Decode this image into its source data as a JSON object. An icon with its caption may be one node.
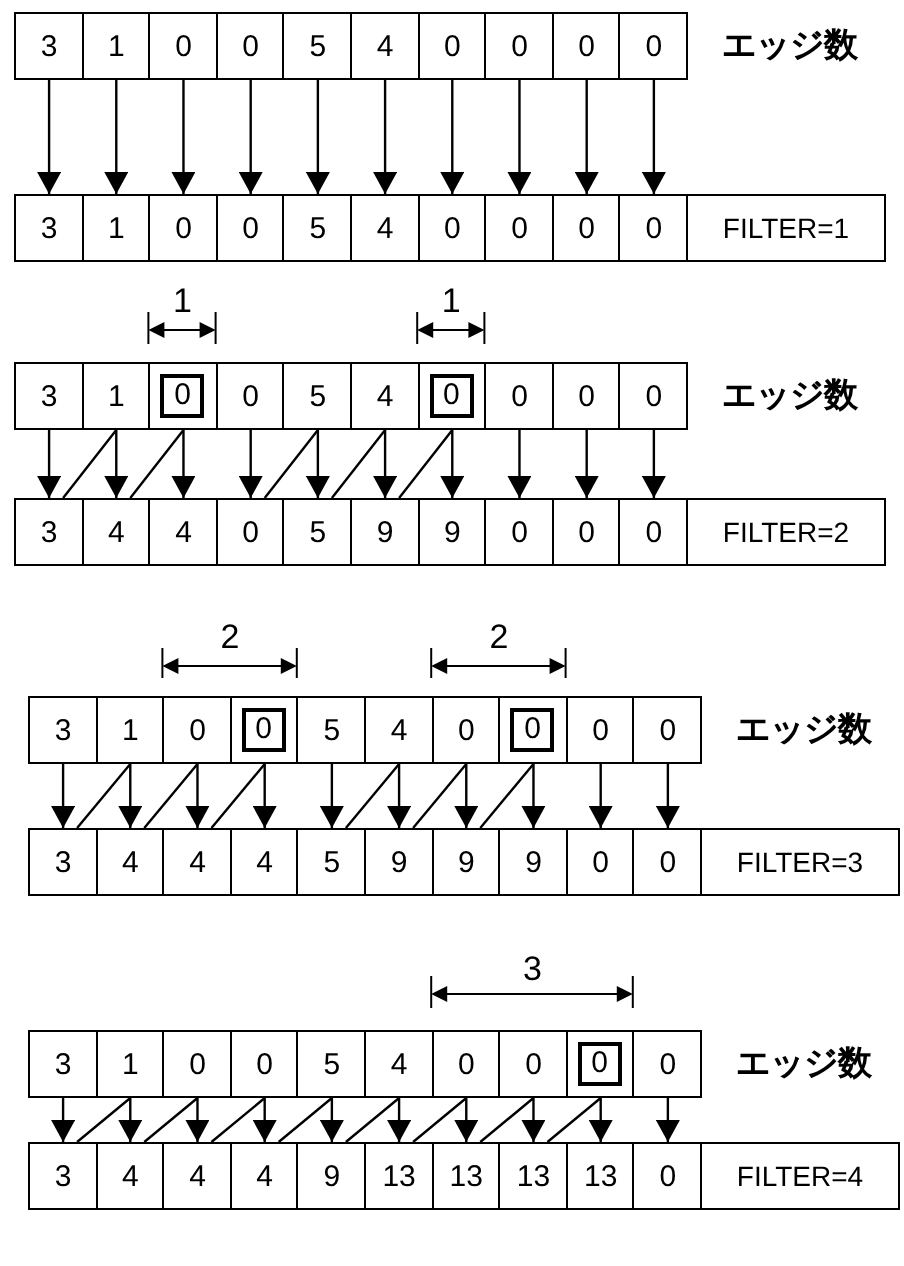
{
  "diagram": {
    "nodes": [
      {
        "text": [
          "3"
        ]
      },
      {
        "text": [
          "1"
        ]
      },
      {
        "text": [
          "0"
        ]
      },
      {
        "text": [
          "0"
        ]
      },
      {
        "text": [
          "5"
        ]
      },
      {
        "text": [
          "4"
        ]
      },
      {
        "text": [
          "0"
        ]
      },
      {
        "text": [
          "0"
        ]
      },
      {
        "text": [
          "0"
        ]
      },
      {
        "text": [
          "0"
        ]
      },
      {
        "text": [
          "3"
        ]
      },
      {
        "text": [
          "1"
        ]
      },
      {
        "text": [
          "0"
        ]
      },
      {
        "text": [
          "0"
        ]
      },
      {
        "text": [
          "5"
        ]
      },
      {
        "text": [
          "4"
        ]
      },
      {
        "text": [
          "0"
        ]
      },
      {
        "text": [
          "0"
        ]
      },
      {
        "text": [
          "0"
        ]
      },
      {
        "text": [
          "0"
        ]
      },
      {
        "text": [
          "FILTER=1"
        ]
      },
      {
        "text": [
          "3"
        ]
      },
      {
        "text": [
          "1"
        ]
      },
      {
        "text": [],
        "shape": "box"
      },
      {
        "text": [
          "0"
        ],
        "in": 23
      },
      {
        "text": [
          "0"
        ]
      },
      {
        "text": [
          "5"
        ]
      },
      {
        "text": [
          "4"
        ]
      },
      {
        "text": [],
        "shape": "box"
      },
      {
        "text": [
          "0"
        ],
        "in": 28
      },
      {
        "text": [
          "0"
        ]
      },
      {
        "text": [
          "0"
        ]
      },
      {
        "text": [
          "0"
        ]
      },
      {
        "text": [
          "3"
        ]
      },
      {
        "text": [
          "4"
        ]
      },
      {
        "text": [
          "4"
        ]
      },
      {
        "text": [
          "0"
        ]
      },
      {
        "text": [
          "5"
        ]
      },
      {
        "text": [
          "9"
        ]
      },
      {
        "text": [
          "9"
        ]
      },
      {
        "text": [
          "0"
        ]
      },
      {
        "text": [
          "0"
        ]
      },
      {
        "text": [
          "0"
        ]
      },
      {
        "text": [
          "FILTER=2"
        ]
      },
      {
        "text": [
          "3"
        ]
      },
      {
        "text": [
          "1"
        ]
      },
      {
        "text": [
          "0"
        ]
      },
      {
        "text": [],
        "shape": "box"
      },
      {
        "text": [
          "0"
        ],
        "in": 47
      },
      {
        "text": [
          "5"
        ]
      },
      {
        "text": [
          "4"
        ]
      },
      {
        "text": [
          "0"
        ]
      },
      {
        "text": [],
        "shape": "box"
      },
      {
        "text": [
          "0"
        ],
        "in": 52
      },
      {
        "text": [
          "0"
        ]
      },
      {
        "text": [
          "0"
        ]
      },
      {
        "text": [
          "3"
        ]
      },
      {
        "text": [
          "4"
        ]
      },
      {
        "text": [
          "4"
        ]
      },
      {
        "text": [
          "4"
        ]
      },
      {
        "text": [
          "5"
        ]
      },
      {
        "text": [
          "9"
        ]
      },
      {
        "text": [
          "9"
        ]
      },
      {
        "text": [
          "9"
        ]
      },
      {
        "text": [
          "0"
        ]
      },
      {
        "text": [
          "0"
        ]
      },
      {
        "text": [
          "FILTER=3"
        ]
      },
      {
        "text": [
          "3"
        ]
      },
      {
        "text": [
          "1"
        ]
      },
      {
        "text": [
          "0"
        ]
      },
      {
        "text": [
          "0"
        ]
      },
      {
        "text": [
          "5"
        ]
      },
      {
        "text": [
          "4"
        ]
      },
      {
        "text": [
          "0"
        ]
      },
      {
        "text": [
          "0"
        ]
      },
      {
        "text": [],
        "shape": "box"
      },
      {
        "text": [
          "0"
        ],
        "in": 75
      },
      {
        "text": [
          "0"
        ]
      },
      {
        "text": [
          "3"
        ]
      },
      {
        "text": [
          "4"
        ]
      },
      {
        "text": [
          "4"
        ]
      },
      {
        "text": [
          "4"
        ]
      },
      {
        "text": [
          "9"
        ]
      },
      {
        "text": [
          "13"
        ]
      },
      {
        "text": [
          "13"
        ]
      },
      {
        "text": [
          "13"
        ]
      },
      {
        "text": [
          "13"
        ]
      },
      {
        "text": [
          "0"
        ]
      },
      {
        "text": [
          "FILTER=4"
        ]
      }
    ],
    "edges": [
      {
        "from": 0,
        "to": 10,
        "arrow": "to"
      },
      {
        "from": 1,
        "to": 11,
        "arrow": "to"
      },
      {
        "from": 2,
        "to": 12,
        "arrow": "to"
      },
      {
        "from": 3,
        "to": 13,
        "arrow": "to"
      },
      {
        "from": 4,
        "to": 14,
        "arrow": "to"
      },
      {
        "from": 5,
        "to": 15,
        "arrow": "to"
      },
      {
        "from": 6,
        "to": 16,
        "arrow": "to"
      },
      {
        "from": 7,
        "to": 17,
        "arrow": "to"
      },
      {
        "from": 8,
        "to": 18,
        "arrow": "to"
      },
      {
        "from": 9,
        "to": 19,
        "arrow": "to"
      },
      {
        "from": 21,
        "to": 33,
        "arrow": "to"
      },
      {
        "from": 22,
        "to": 34,
        "arrow": "to"
      },
      {
        "from": 23,
        "to": 35,
        "arrow": "to"
      },
      {
        "from": 25,
        "to": 36,
        "arrow": "to"
      },
      {
        "from": 26,
        "to": 37,
        "arrow": "to"
      },
      {
        "from": 27,
        "to": 38,
        "arrow": "to"
      },
      {
        "from": 28,
        "to": 39,
        "arrow": "to"
      },
      {
        "from": 30,
        "to": 40,
        "arrow": "to"
      },
      {
        "from": 31,
        "to": 41,
        "arrow": "to"
      },
      {
        "from": 32,
        "to": 42,
        "arrow": "to"
      },
      {
        "from": 22,
        "to": 33,
        "arrow": "none"
      },
      {
        "from": 23,
        "to": 34,
        "arrow": "none"
      },
      {
        "from": 26,
        "to": 36,
        "arrow": "none"
      },
      {
        "from": 27,
        "to": 37,
        "arrow": "none"
      },
      {
        "from": 28,
        "to": 38,
        "arrow": "none"
      },
      {
        "from": 44,
        "to": 56,
        "arrow": "to"
      },
      {
        "from": 45,
        "to": 57,
        "arrow": "to"
      },
      {
        "from": 46,
        "to": 58,
        "arrow": "to"
      },
      {
        "from": 47,
        "to": 59,
        "arrow": "to"
      },
      {
        "from": 49,
        "to": 60,
        "arrow": "to"
      },
      {
        "from": 50,
        "to": 61,
        "arrow": "to"
      },
      {
        "from": 51,
        "to": 62,
        "arrow": "to"
      },
      {
        "from": 52,
        "to": 63,
        "arrow": "to"
      },
      {
        "from": 54,
        "to": 64,
        "arrow": "to"
      },
      {
        "from": 55,
        "to": 65,
        "arrow": "to"
      },
      {
        "from": 45,
        "to": 56,
        "arrow": "none"
      },
      {
        "from": 46,
        "to": 57,
        "arrow": "none"
      },
      {
        "from": 47,
        "to": 58,
        "arrow": "none"
      },
      {
        "from": 50,
        "to": 60,
        "arrow": "none"
      },
      {
        "from": 51,
        "to": 61,
        "arrow": "none"
      },
      {
        "from": 52,
        "to": 62,
        "arrow": "none"
      },
      {
        "from": 67,
        "to": 78,
        "arrow": "to"
      },
      {
        "from": 68,
        "to": 79,
        "arrow": "to"
      },
      {
        "from": 69,
        "to": 80,
        "arrow": "to"
      },
      {
        "from": 70,
        "to": 81,
        "arrow": "to"
      },
      {
        "from": 71,
        "to": 82,
        "arrow": "to"
      },
      {
        "from": 72,
        "to": 83,
        "arrow": "to"
      },
      {
        "from": 73,
        "to": 84,
        "arrow": "to"
      },
      {
        "from": 74,
        "to": 85,
        "arrow": "to"
      },
      {
        "from": 75,
        "to": 86,
        "arrow": "to"
      },
      {
        "from": 77,
        "to": 87,
        "arrow": "to"
      },
      {
        "from": 68,
        "to": 78,
        "arrow": "none"
      },
      {
        "from": 69,
        "to": 79,
        "arrow": "none"
      },
      {
        "from": 70,
        "to": 80,
        "arrow": "none"
      },
      {
        "from": 71,
        "to": 81,
        "arrow": "none"
      },
      {
        "from": 72,
        "to": 82,
        "arrow": "none"
      },
      {
        "from": 73,
        "to": 83,
        "arrow": "none"
      },
      {
        "from": 74,
        "to": 84,
        "arrow": "none"
      },
      {
        "from": 75,
        "to": 85,
        "arrow": "none"
      }
    ],
    "labels": [
      "エッジ数",
      "1",
      "1",
      "エッジ数",
      "2",
      "2",
      "エッジ数",
      "3",
      "エッジ数"
    ]
  }
}
